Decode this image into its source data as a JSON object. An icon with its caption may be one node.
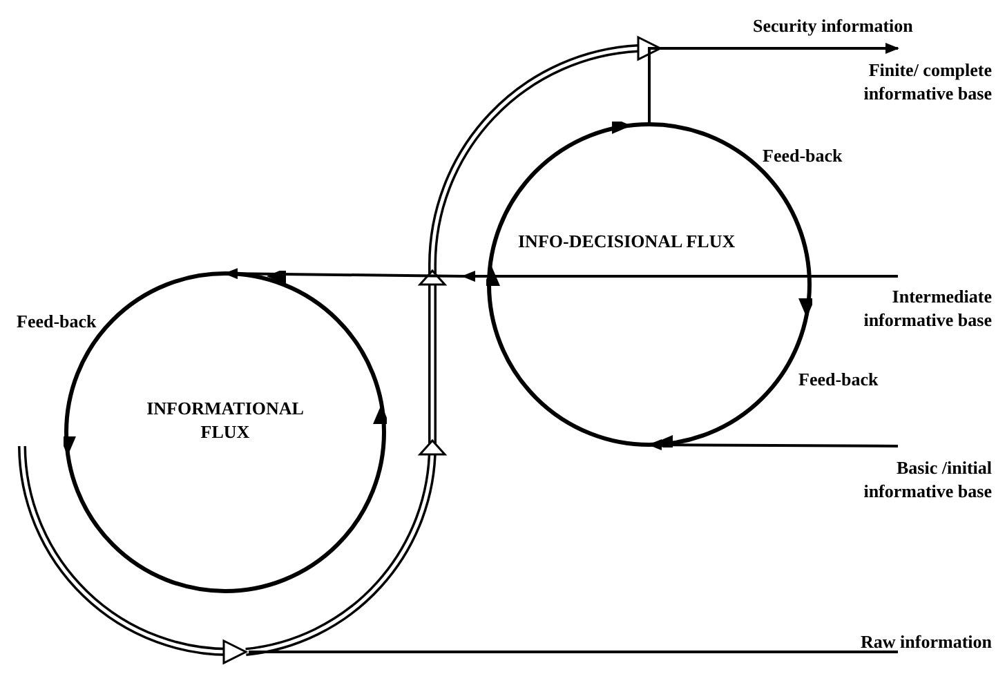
{
  "diagram": {
    "nodes": [
      {
        "text": [
          "INFO-DECISIONAL FLUX"
        ]
      },
      {
        "text": [
          "INFORMATIONAL FLUX"
        ]
      },
      {
        "text": [
          "Security information"
        ]
      },
      {
        "text": [
          "Intermediate informative base"
        ]
      },
      {
        "text": [
          "Basic /initial informative base"
        ]
      }
    ],
    "edges": [
      {
        "from": 3,
        "to": 0,
        "arrow": "none"
      },
      {
        "from": 0,
        "to": 1,
        "arrow": "to"
      },
      {
        "from": 0,
        "to": 2,
        "arrow": "to"
      },
      {
        "from": 4,
        "to": 0,
        "arrow": "to"
      }
    ],
    "labels": [
      "Finite/ complete informative base",
      "Feed-back",
      "Feed-back",
      "Feed-back",
      "Raw information"
    ]
  }
}
